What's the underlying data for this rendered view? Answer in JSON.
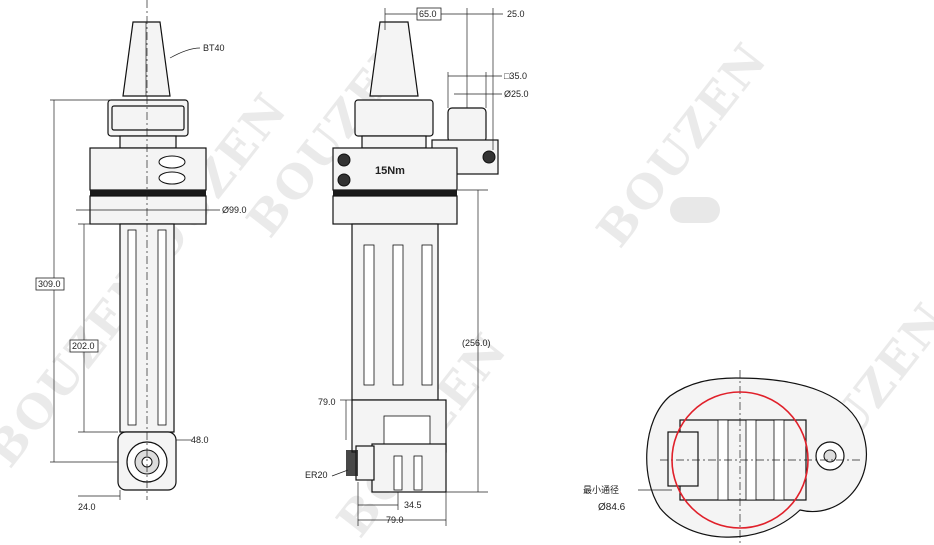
{
  "watermark": "BOUZEN",
  "left_view": {
    "label_bt40": "BT40",
    "dim_309": "309.0",
    "dim_202": "202.0",
    "dim_99": "Ø99.0",
    "dim_48": "48.0",
    "dim_24": "24.0"
  },
  "middle_view": {
    "dim_65": "65.0",
    "dim_25": "25.0",
    "dim_sq35": "□35.0",
    "dim_d25": "Ø25.0",
    "torque": "15Nm",
    "dim_256": "(256.0)",
    "dim_79_v": "79.0",
    "label_er20": "ER20",
    "dim_34_5": "34.5",
    "dim_79_h": "79.0"
  },
  "bottom_view": {
    "label_min_bore": "最小通径",
    "dim_84_6": "Ø84.6"
  },
  "colors": {
    "line": "#111111",
    "bore_circle": "#e0202a",
    "watermark": "#d9d9d9"
  }
}
